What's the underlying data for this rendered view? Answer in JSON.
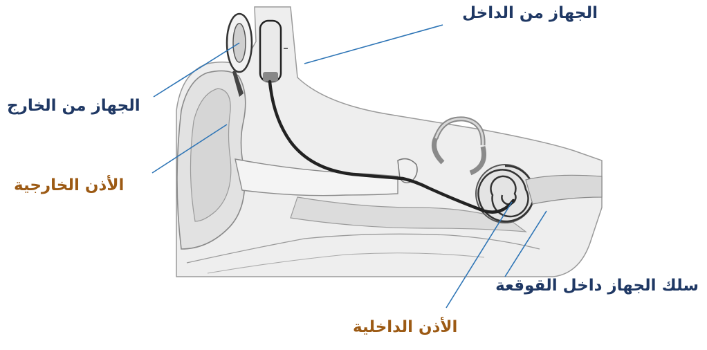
{
  "labels": {
    "internal_device": "الجهاز من الداخل",
    "external_device": "الجهاز من الخارج",
    "outer_ear": "الأذن الخارجية",
    "electrode_wire": "سلك الجهاز داخل القوقعة",
    "inner_ear": "الأذن الداخلية"
  },
  "colors": {
    "label_blue": "#1f3864",
    "label_brown": "#9c5a14",
    "leader_line": "#2e75b6",
    "outline": "#8a8a8a",
    "tissue_fill": "#e6e6e6",
    "cable": "#222222"
  }
}
